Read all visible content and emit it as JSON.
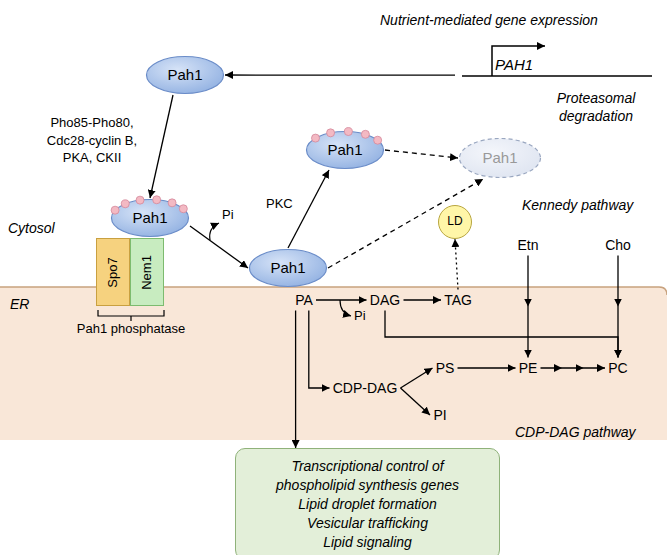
{
  "diagram": {
    "nodes": [
      {
        "text": [
          "Pah1"
        ]
      },
      {
        "text": [
          "PAH1"
        ]
      },
      {
        "text": [
          "Pah1"
        ]
      },
      {
        "text": [
          "Spo7"
        ]
      },
      {
        "text": [
          "Nem1"
        ]
      },
      {
        "text": [
          "Pah1"
        ]
      },
      {
        "text": [
          "Pah1"
        ]
      },
      {
        "text": [
          "Pah1"
        ]
      },
      {
        "text": [
          "LD"
        ]
      },
      {
        "text": [
          "PA"
        ]
      },
      {
        "text": [
          "DAG"
        ]
      },
      {
        "text": [
          "TAG"
        ]
      },
      {
        "text": [
          "Etn"
        ]
      },
      {
        "text": [
          "Cho"
        ]
      },
      {
        "text": [
          "PS"
        ]
      },
      {
        "text": [
          "PE"
        ]
      },
      {
        "text": [
          "PC"
        ]
      },
      {
        "text": [
          "CDP-DAG"
        ]
      },
      {
        "text": [
          "PI"
        ]
      },
      {
        "text": [
          "Transcriptional control of phospholipid synthesis genes",
          "Lipid droplet formation",
          "Vesicular trafficking",
          "Lipid signaling"
        ]
      }
    ],
    "edges": [
      {
        "from": 1,
        "to": 0,
        "arrow": "to"
      },
      {
        "from": 0,
        "to": 2,
        "arrow": "to"
      },
      {
        "from": 2,
        "to": 5,
        "arrow": "to"
      },
      {
        "from": 5,
        "to": 6,
        "label": "PKC",
        "arrow": "to"
      },
      {
        "from": 6,
        "to": 7,
        "arrow": "to"
      },
      {
        "from": 5,
        "to": 7,
        "arrow": "to"
      },
      {
        "from": 11,
        "to": 8,
        "arrow": "to"
      },
      {
        "from": 9,
        "to": 10,
        "arrow": "to"
      },
      {
        "from": 10,
        "to": 11,
        "arrow": "to"
      },
      {
        "from": 10,
        "to": 16,
        "arrow": "to"
      },
      {
        "from": 12,
        "to": 15,
        "arrow": "to"
      },
      {
        "from": 13,
        "to": 16,
        "arrow": "to"
      },
      {
        "from": 9,
        "to": 17,
        "arrow": "to"
      },
      {
        "from": 17,
        "to": 14,
        "arrow": "to"
      },
      {
        "from": 17,
        "to": 18,
        "arrow": "to"
      },
      {
        "from": 14,
        "to": 15,
        "arrow": "to"
      },
      {
        "from": 15,
        "to": 16,
        "arrow": "to"
      },
      {
        "from": 9,
        "to": 19,
        "arrow": "to"
      }
    ],
    "labels": [
      "Nutrient-mediated gene expression",
      "Pho85-Pho80, Cdc28-cyclin B, PKA, CKII",
      "Cytosol",
      "ER",
      "Pi",
      "Proteasomal degradation",
      "Kennedy pathway",
      "Pi",
      "Pah1 phosphatase",
      "CDP-DAG pathway"
    ]
  }
}
